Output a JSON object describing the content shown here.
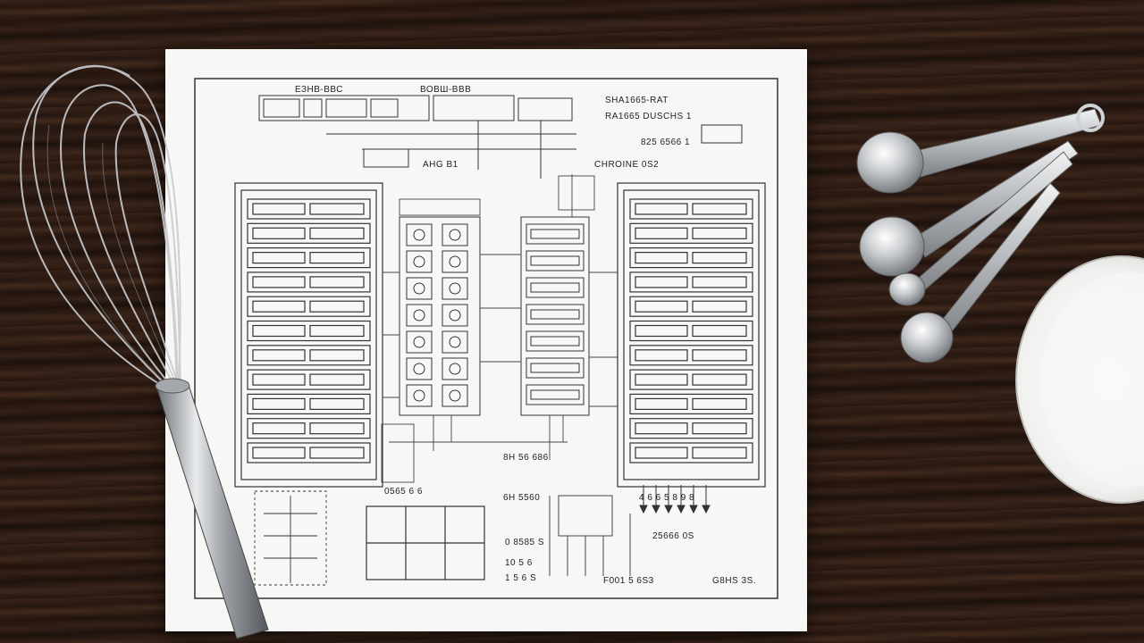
{
  "scene": {
    "colors": {
      "wood_dark": "#24150e",
      "wood_light": "#412a1d",
      "paper": "#f7f7f5",
      "ink": "#222222",
      "steel": "#c9ccd0",
      "bowl": "#f4f4f2"
    },
    "objects": [
      "wooden-table",
      "printed-circuit-diagram",
      "wire-whisk",
      "measuring-spoons",
      "white-bowl"
    ]
  },
  "diagram": {
    "labels": {
      "header_1": "ЕЗНВ-ВВС",
      "header_2": "ВОВШ-ВВВ",
      "top_right_1": "SHA1665-RAT",
      "top_right_2": "RA1665 DUSCHS 1",
      "mid_right_1": "825 6566 1",
      "mid_right_2": "CHROINE 0S2",
      "mid_left": "AHG B1",
      "left_bottom_label": "0565 6 6",
      "center_label_1": "8H 56 686",
      "center_label_2": "6H 5560",
      "right_bottom_1": "25666 0S",
      "right_bottom_2": "F001 5 6S3",
      "right_bottom_3": "G8HS 3S.",
      "small_1": "0 8585 S",
      "small_2": "4 6 6 5 8 9 8",
      "small_3": "10 5 6",
      "small_4": "1 5 6 S"
    }
  }
}
